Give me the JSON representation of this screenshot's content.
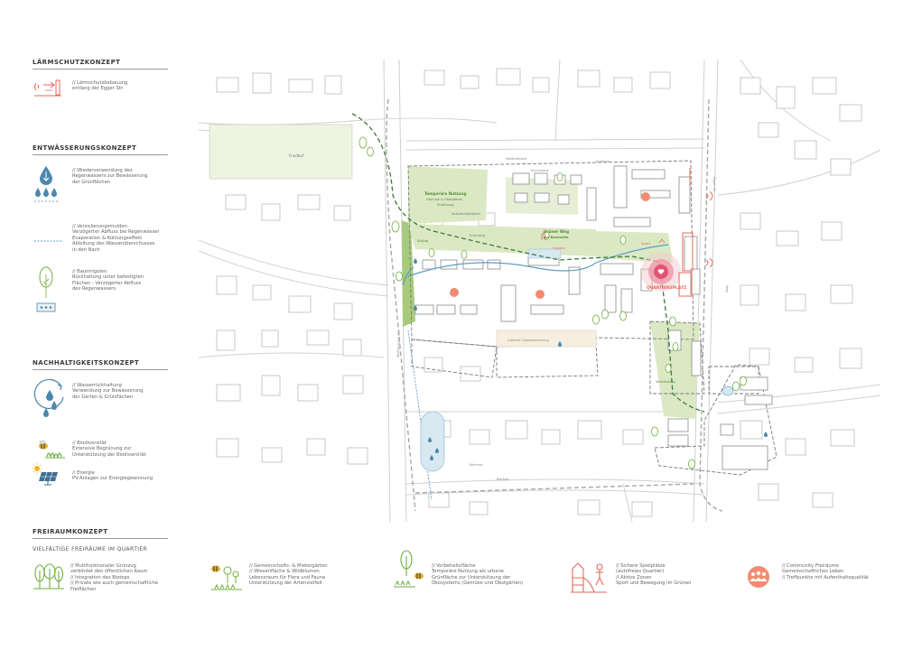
{
  "legend": {
    "laerm": {
      "title": "LÄRMSCHUTZKONZEPT",
      "items": [
        {
          "icon": "noise-barrier-icon",
          "lines": [
            "// Lärmschutzbebauung",
            "entlang der Egger Str."
          ]
        }
      ]
    },
    "entwaesserung": {
      "title": "ENTWÄSSERUNGSKONZEPT",
      "items": [
        {
          "icon": "rainwater-reuse-icon",
          "lines": [
            "// Wiederverwendung des",
            "Regenwassers zur Bewässerung",
            "der Grünflächen"
          ]
        },
        {
          "icon": "infiltration-swale-icon",
          "lines": [
            "// Versickerungsmulden",
            "Verzögerter Abfluss bei Regenwasser",
            "Evaporation & Kühlungseffekt",
            "Ableitung des Wasserüberschusses",
            "in den Bach"
          ]
        },
        {
          "icon": "tree-trench-icon",
          "lines": [
            "// Baumrigolen",
            "Rückhaltung unter befestigten",
            "Flächen - Verzögerter Abfluss",
            "des Regenwassers"
          ]
        }
      ]
    },
    "nachhaltigkeit": {
      "title": "NACHHALTIGKEITSKONZEPT",
      "items": [
        {
          "icon": "water-cycle-icon",
          "lines": [
            "// Wasserrückhaltung",
            "Verwendung zur Bewässerung",
            "der Gärten & Grünflächen"
          ]
        },
        {
          "icon": "bee-icon",
          "lines": [
            "// Biodiversität",
            "Extensive Begrünung zur",
            "Unterstützung der Biodiversität"
          ]
        },
        {
          "icon": "solar-panel-icon",
          "lines": [
            "// Energie",
            "PV-Anlagen zur Energiegewinnung"
          ]
        }
      ]
    },
    "freiraum": {
      "title": "FREIRAUMKONZEPT",
      "subtitle": "VIELFÄLTIGE FREIRÄUME IM QUARTIER",
      "items": [
        {
          "icon": "trees-icon",
          "lines": [
            "// Multifunktionaler Grünzug",
            "verbindet den öffentlichen Raum",
            "// Integration des Biotops",
            "// Private wie auch gemeinschaftliche",
            "Freiflächen"
          ]
        },
        {
          "icon": "garden-bee-icon",
          "lines": [
            "// Gemeinschafts- & Mietergärten",
            "// Wiesenfläche & Wildblumen",
            "Lebensraum für Flora und Fauna",
            "Unterstützung der Artenvielfalt"
          ]
        },
        {
          "icon": "reserve-area-icon",
          "lines": [
            "// Vorbehaltsfläche",
            "Temporäre Nutzung als urbane",
            "Grünfläche zur Unterstützung der",
            "Ökosystems (Gemüse und Obstgärten)"
          ]
        },
        {
          "icon": "playground-icon",
          "lines": [
            "// Sichere Spielplätze",
            "(autofreies Quartier)",
            "// Aktive Zonen",
            "Sport und Bewegung im Grünen"
          ]
        },
        {
          "icon": "community-icon",
          "lines": [
            "// Community Freiräume",
            "Gemeinschaftliches Leben",
            "// Treffpunkte mit Aufenthaltsqualität"
          ]
        }
      ]
    }
  },
  "map": {
    "labels": {
      "temp": "Temporäre Nutzung",
      "temp2": "Gemüse & Obstgärten",
      "temp3": "Stadthuog",
      "vorbehalt": "Vorbehaltsfläche",
      "gruener1": "Grüner Weg",
      "gruener2": "zur Bachseite",
      "erholung": "Erholung",
      "spielen": "Spielen",
      "sport": "Sport",
      "biotop": "Biotop",
      "platz": "QUARTIERSPLATZ",
      "verbindung": "Verbindung",
      "friedhof": "Friedhof",
      "wetterfeld": "Wetterfeldstr.",
      "keller": "Kellerstr.",
      "eichenlohe": "Eichenlohe",
      "steig": "Erdlinge",
      "fussweg": "autofreie Fußwegverbindung",
      "weg": "Weg",
      "weiher": "Weihergasse Str.",
      "egger": "Egger Str.",
      "bach": "Bachstr."
    },
    "colors": {
      "green": "#8dbb5e",
      "green_light": "#dbe8c4",
      "water": "#5a9fc4",
      "accent": "#e8675a",
      "path": "#3f7a34"
    }
  }
}
